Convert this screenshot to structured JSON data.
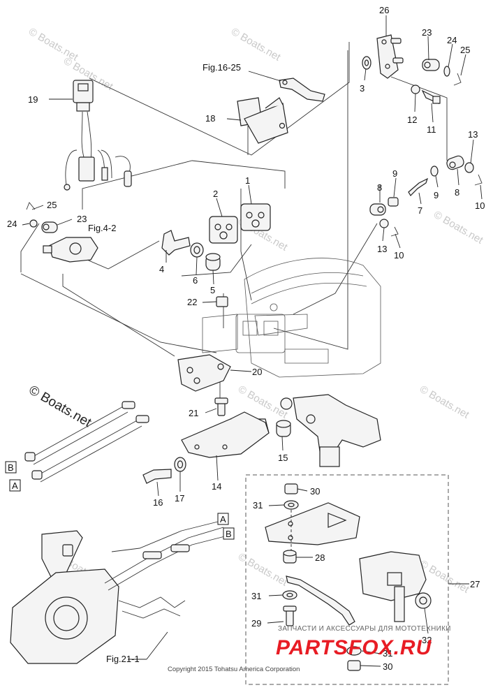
{
  "watermark": {
    "text": "© Boats.net",
    "primary": "© Boats.net"
  },
  "copyright": "Copyright 2015 Tohatsu America Corporation",
  "stamp": {
    "tagline": "ЗАПЧАСТИ И АКСЕССУАРЫ ДЛЯ МОТОТЕХНИКИ",
    "brand": "PARTSFOX.RU"
  },
  "callouts": {
    "p1": "1",
    "p2": "2",
    "p3": "3",
    "p4": "4",
    "p5": "5",
    "p6": "6",
    "p7": "7",
    "p8a": "8",
    "p8b": "8",
    "p9a": "9",
    "p9b": "9",
    "p10a": "10",
    "p10b": "10",
    "p11": "11",
    "p12": "12",
    "p13a": "13",
    "p13b": "13",
    "p14": "14",
    "p15": "15",
    "p16": "16",
    "p17": "17",
    "p18": "18",
    "p19": "19",
    "p20": "20",
    "p21": "21",
    "p22": "22",
    "p23a": "23",
    "p23b": "23",
    "p24a": "24",
    "p24b": "24",
    "p25a": "25",
    "p25b": "25",
    "p26": "26",
    "p27": "27",
    "p28": "28",
    "p29": "29",
    "p30a": "30",
    "p30b": "30",
    "p31a": "31",
    "p31b": "31",
    "p31c": "31",
    "p32": "32"
  },
  "figure_refs": {
    "fig16": "Fig.16-25",
    "fig4": "Fig.4-2",
    "fig21": "Fig.21-1"
  },
  "cable_tags": {
    "b_left": "B",
    "a_left": "A",
    "a_right": "A",
    "b_right": "B"
  }
}
